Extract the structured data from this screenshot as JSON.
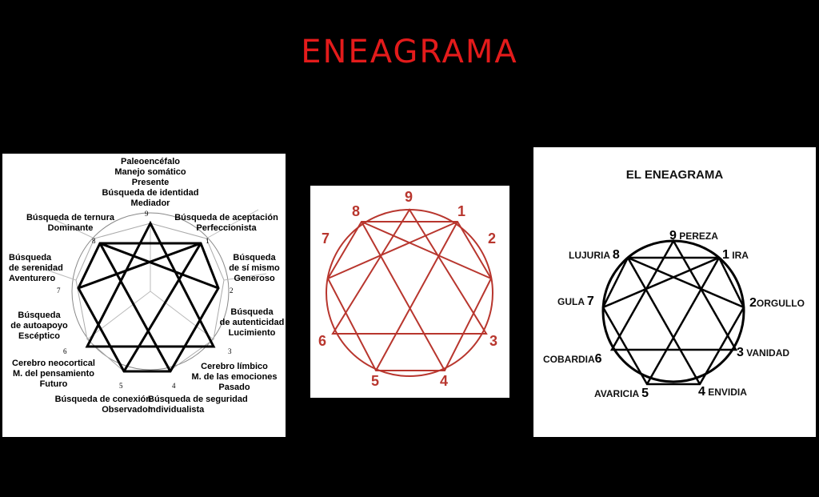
{
  "title": "ENEAGRAMA",
  "panel_left": {
    "top": [
      "Paleoencéfalo",
      "Manejo somático",
      "Presente",
      "Búsqueda de identidad",
      "Mediador"
    ],
    "n9": "9",
    "n8": "8",
    "n1": "1",
    "n7": "7",
    "n2": "2",
    "n6": "6",
    "n3": "3",
    "n5": "5",
    "n4": "4",
    "t8": [
      "Búsqueda de ternura",
      "Dominante"
    ],
    "t1": [
      "Búsqueda de aceptación",
      "Perfeccionista"
    ],
    "t7": [
      "Búsqueda",
      "de serenidad",
      "Aventurero"
    ],
    "t2": [
      "Búsqueda",
      "de sí mismo",
      "Generoso"
    ],
    "t6": [
      "Búsqueda",
      "de autoapoyo",
      "Escéptico"
    ],
    "t3": [
      "Búsqueda",
      "de autenticidad",
      "Lucimiento"
    ],
    "t6b": [
      "Cerebro neocortical",
      "M. del pensamiento",
      "Futuro"
    ],
    "t3b": [
      "Cerebro límbico",
      "M. de las emociones",
      "Pasado"
    ],
    "t5": [
      "Búsqueda de conexión",
      "Observador"
    ],
    "t4": [
      "Búsqueda de seguridad",
      "Individualista"
    ]
  },
  "panel_middle": {
    "numbers": [
      "9",
      "1",
      "2",
      "3",
      "4",
      "5",
      "6",
      "7",
      "8"
    ],
    "color": "#b8362e"
  },
  "panel_right": {
    "title": "EL ENEAGRAMA",
    "n9": "9",
    "l9": "PEREZA",
    "n1": "1",
    "l1": "IRA",
    "n2": "2",
    "l2": "ORGULLO",
    "n3": "3",
    "l3": "VANIDAD",
    "n4": "4",
    "l4": "ENVIDIA",
    "n5": "5",
    "l5": "AVARICIA",
    "n6": "6",
    "l6": "COBARDIA",
    "n7": "7",
    "l7": "GULA",
    "n8": "8",
    "l8": "LUJURIA"
  },
  "colors": {
    "title": "#e31b1b",
    "background": "#000000",
    "panel": "#ffffff",
    "ink": "#000000"
  }
}
